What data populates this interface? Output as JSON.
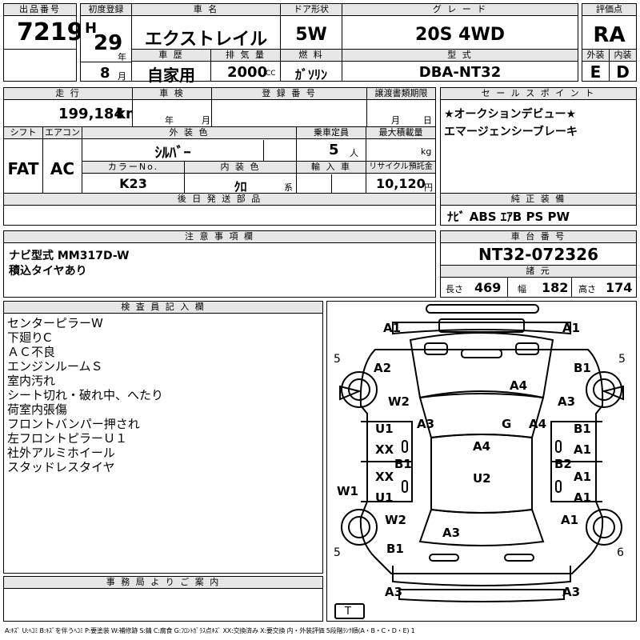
{
  "header": {
    "lot_label": "出品番号",
    "lot": "7219",
    "first_reg_label": "初度登録",
    "era": "H",
    "year": "29",
    "year_unit": "年",
    "month": "8",
    "month_unit": "月",
    "car_name_label": "車 名",
    "car_name": "エクストレイル",
    "door_label": "ドア形状",
    "door": "5W",
    "grade_label": "グ レ ー ド",
    "grade": "20S 4WD",
    "score_label": "評価点",
    "score": "RA",
    "history_label": "車 歴",
    "history": "自家用",
    "displacement_label": "排 気 量",
    "displacement": "2000",
    "displacement_unit": "CC",
    "fuel_label": "燃 料",
    "fuel": "ｶﾞｿﾘﾝ",
    "model_label": "型 式",
    "model": "DBA-NT32",
    "exterior_label": "外装",
    "exterior": "E",
    "interior_label": "内装",
    "interior": "D"
  },
  "row2": {
    "mileage_label": "走 行",
    "mileage": "199,184",
    "mileage_unit": "km",
    "inspection_label": "車 検",
    "inspection_year_unit": "年",
    "inspection_month_unit": "月",
    "reg_number_label": "登 録 番 号",
    "transfer_label": "譲渡書類期限",
    "transfer_month_unit": "月",
    "transfer_day_unit": "日",
    "shift_label": "シフト",
    "shift": "FAT",
    "ac_label": "エアコン",
    "ac": "AC",
    "ext_color_label": "外 装 色",
    "ext_color": "ｼﾙﾊﾞｰ",
    "capacity_label": "乗車定員",
    "capacity": "5",
    "capacity_unit": "人",
    "max_load_label": "最大積載量",
    "max_load_unit": "kg",
    "color_no_label": "カラーNo.",
    "color_no": "K23",
    "int_color_label": "内 装 色",
    "int_color": "ｸﾛ",
    "int_color_unit": "系",
    "import_label": "輸 入 車",
    "recycle_label": "リサイクル預託金",
    "recycle": "10,120",
    "recycle_unit": "円",
    "later_parts_label": "後 日 発 送 部 品"
  },
  "sales": {
    "label": "セ ー ル ス ポ イ ン ト",
    "lines": [
      "★オークションデビュー★",
      "エマージェンシーブレーキ"
    ]
  },
  "equipment": {
    "label": "純 正 装 備",
    "value": "ﾅﾋﾞ ABS ｴｱB PS PW"
  },
  "notes": {
    "label": "注 意 事 項 欄",
    "lines": [
      "ナビ型式 MM317D-W",
      "積込タイヤあり"
    ]
  },
  "chassis": {
    "label": "車 台 番 号",
    "value": "NT32-072326"
  },
  "specs": {
    "label": "諸 元",
    "length_label": "長さ",
    "length": "469",
    "width_label": "幅",
    "width": "182",
    "height_label": "高さ",
    "height": "174"
  },
  "inspector": {
    "label": "検 査 員 記 入 欄",
    "lines": [
      "センターピラーW",
      "下廻りC",
      "ＡＣ不良",
      "エンジンルームＳ",
      "室内汚れ",
      "シート切れ・破れ中、へたり",
      "荷室内張傷",
      "フロントバンパー押され",
      "左フロントピラーＵ１",
      "社外アルミホイール",
      "スタッドレスタイヤ"
    ]
  },
  "office": {
    "label": "事 務 局 よ り ご 案 内"
  },
  "legend": "A:ｷｽﾞ U:ﾍｺﾐ B:ｷｽﾞを伴うﾍｺﾐ P:要塗装 W:補修跡 S:錆 C:腐食 G:ﾌﾛﾝﾄｶﾞﾗｽ点ｷｽﾞ XX:交換済み X:要交換 内・外装評価 5段階ﾗﾝｸ順(A・B・C・D・E) 1",
  "diagram": {
    "tire_labels": [
      "5",
      "5",
      "5",
      "6",
      "T"
    ],
    "marks": {
      "front_left": "A1",
      "front_right": "A1",
      "fender_left": "A2",
      "fender_right": "B1",
      "hood": "A4",
      "pillar_left_a": "W2",
      "pillar_right_a": "A3",
      "windshield_left": "A3",
      "windshield_right": "A4",
      "glass": "G",
      "door_fl_top": "U1",
      "door_fl_bot": "XX",
      "door_rl_top": "XX",
      "door_rl_bot": "U1",
      "sill_left": "B1",
      "sill_right": "B2",
      "door_fr_top": "B1",
      "door_fr_bot": "A1",
      "door_rr_top": "A1",
      "door_rr_bot": "A1",
      "roof_front": "A4",
      "roof_rear": "U2",
      "center_pillar": "W1",
      "rear_fender_left": "W2",
      "rear_fender_right": "A1",
      "rear_quarter_left": "B1",
      "back_window": "A3",
      "rear_left": "A3",
      "rear_right": "A3"
    }
  }
}
